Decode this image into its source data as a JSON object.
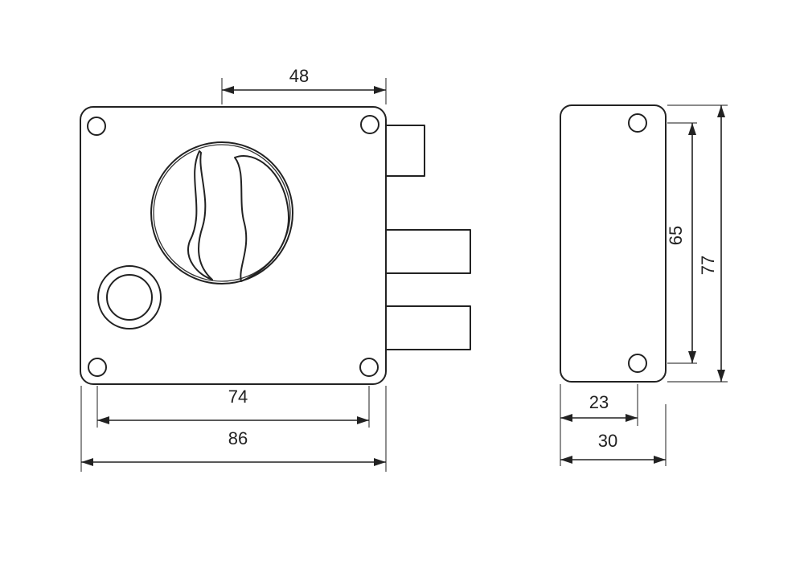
{
  "dimensions": {
    "top_width": "48",
    "mount_holes_spacing": "74",
    "body_width": "86",
    "side_holes_spacing": "65",
    "side_height": "77",
    "side_hole_offset": "23",
    "side_depth": "30"
  },
  "colors": {
    "line": "#222222",
    "background": "#ffffff"
  }
}
